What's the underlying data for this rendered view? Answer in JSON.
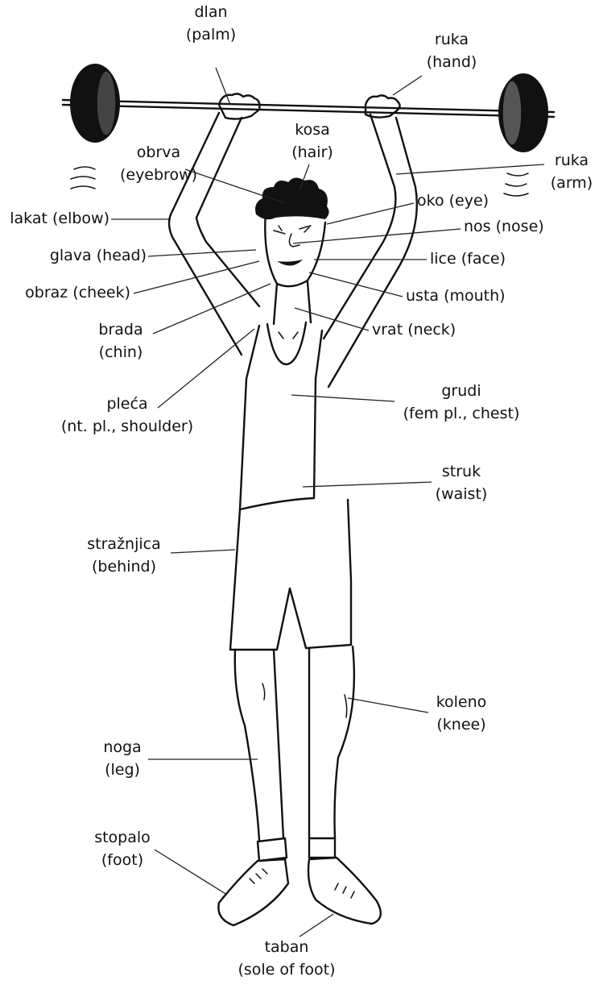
{
  "labels": {
    "palm": {
      "term": "dlan",
      "gloss": "(palm)"
    },
    "hand": {
      "term": "ruka",
      "gloss": "(hand)"
    },
    "hair": {
      "term": "kosa",
      "gloss": "(hair)"
    },
    "eyebrow": {
      "term": "obrva",
      "gloss": "(eyebrow)"
    },
    "arm": {
      "term": "ruka",
      "gloss": "(arm)"
    },
    "elbow": {
      "term": "lakat (elbow)"
    },
    "eye": {
      "term": "oko (eye)"
    },
    "nose": {
      "term": "nos (nose)"
    },
    "head": {
      "term": "glava (head)"
    },
    "face": {
      "term": "lice (face)"
    },
    "cheek": {
      "term": "obraz (cheek)"
    },
    "mouth": {
      "term": "usta (mouth)"
    },
    "chin": {
      "term": "brada",
      "gloss": "(chin)"
    },
    "neck": {
      "term": "vrat (neck)"
    },
    "shoulder": {
      "term": "pleća",
      "gloss": "(nt. pl., shoulder)"
    },
    "chest": {
      "term": "grudi",
      "gloss": "(fem pl., chest)"
    },
    "waist": {
      "term": "struk",
      "gloss": "(waist)"
    },
    "behind": {
      "term": "stražnjica",
      "gloss": "(behind)"
    },
    "knee": {
      "term": "koleno",
      "gloss": "(knee)"
    },
    "leg": {
      "term": "noga",
      "gloss": "(leg)"
    },
    "foot": {
      "term": "stopalo",
      "gloss": "(foot)"
    },
    "sole": {
      "term": "taban",
      "gloss": "(sole of foot)"
    }
  }
}
